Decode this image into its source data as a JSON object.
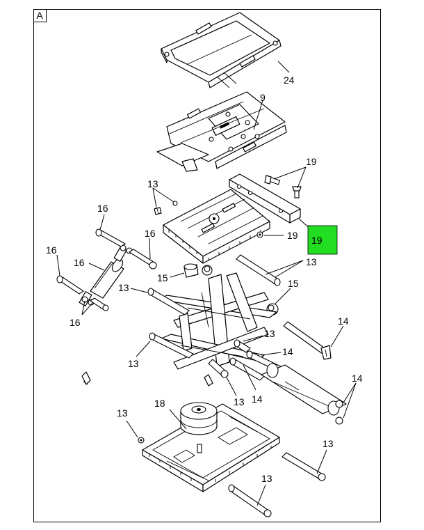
{
  "figure_tag": "A",
  "highlight_color": "#22dd22",
  "callouts": [
    {
      "id": "c24",
      "text": "24"
    },
    {
      "id": "c9",
      "text": "9"
    },
    {
      "id": "c19a",
      "text": "19"
    },
    {
      "id": "c13a",
      "text": "13"
    },
    {
      "id": "c16a",
      "text": "16"
    },
    {
      "id": "c16b",
      "text": "16"
    },
    {
      "id": "c19b",
      "text": "19"
    },
    {
      "id": "c19hl",
      "text": "19"
    },
    {
      "id": "c16c",
      "text": "16"
    },
    {
      "id": "c16d",
      "text": "16"
    },
    {
      "id": "c13b",
      "text": "13"
    },
    {
      "id": "c15a",
      "text": "15"
    },
    {
      "id": "c15b",
      "text": "15"
    },
    {
      "id": "c13c",
      "text": "13"
    },
    {
      "id": "c16e",
      "text": "16"
    },
    {
      "id": "c14a",
      "text": "14"
    },
    {
      "id": "c13d",
      "text": "13"
    },
    {
      "id": "c14b",
      "text": "14"
    },
    {
      "id": "c13e",
      "text": "13"
    },
    {
      "id": "c14c",
      "text": "14"
    },
    {
      "id": "c14d",
      "text": "14"
    },
    {
      "id": "c13f",
      "text": "13"
    },
    {
      "id": "c18",
      "text": "18"
    },
    {
      "id": "c13g",
      "text": "13"
    },
    {
      "id": "c13h",
      "text": "13"
    },
    {
      "id": "c13i",
      "text": "13"
    }
  ]
}
